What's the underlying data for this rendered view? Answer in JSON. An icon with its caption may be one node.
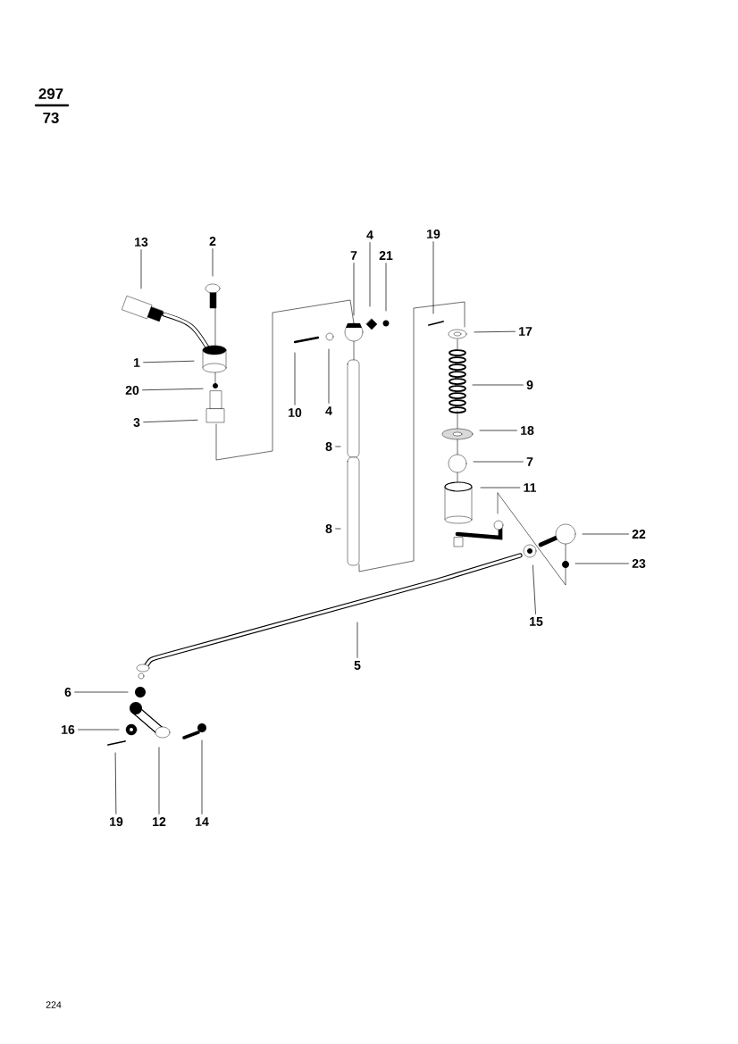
{
  "diagram": {
    "nodes": [
      {
        "text": [
          "13"
        ]
      },
      {
        "text": [
          "2"
        ]
      },
      {
        "text": [
          "1"
        ]
      },
      {
        "text": [
          "20"
        ]
      },
      {
        "text": [
          "3"
        ]
      },
      {
        "text": [
          "7"
        ]
      },
      {
        "text": [
          "4"
        ]
      },
      {
        "text": [
          "21"
        ]
      },
      {
        "text": [
          "10"
        ]
      },
      {
        "text": [
          "4"
        ]
      },
      {
        "text": [
          "8"
        ]
      },
      {
        "text": [
          "8"
        ]
      },
      {
        "text": [
          "19"
        ]
      },
      {
        "text": [
          "17"
        ]
      },
      {
        "text": [
          "9"
        ]
      },
      {
        "text": [
          "18"
        ]
      },
      {
        "text": [
          "7"
        ]
      },
      {
        "text": [
          "11"
        ]
      },
      {
        "text": [
          "22"
        ]
      },
      {
        "text": [
          "23"
        ]
      },
      {
        "text": [
          "15"
        ]
      },
      {
        "text": [
          "5"
        ]
      },
      {
        "text": [
          "6"
        ]
      },
      {
        "text": [
          "16"
        ]
      },
      {
        "text": [
          "19"
        ]
      },
      {
        "text": [
          "12"
        ]
      },
      {
        "text": [
          "14"
        ]
      }
    ],
    "edges": [
      {
        "from": 0,
        "to": null,
        "arrow": "none"
      },
      {
        "from": 1,
        "to": null,
        "arrow": "none"
      },
      {
        "from": 2,
        "to": null,
        "arrow": "none"
      },
      {
        "from": 3,
        "to": null,
        "arrow": "none"
      },
      {
        "from": 4,
        "to": null,
        "arrow": "none"
      },
      {
        "from": 5,
        "to": null,
        "arrow": "none"
      },
      {
        "from": 6,
        "to": null,
        "arrow": "none"
      },
      {
        "from": 7,
        "to": null,
        "arrow": "none"
      },
      {
        "from": 8,
        "to": null,
        "arrow": "none"
      },
      {
        "from": 9,
        "to": null,
        "arrow": "none"
      },
      {
        "from": 10,
        "to": null,
        "arrow": "none"
      },
      {
        "from": 11,
        "to": null,
        "arrow": "none"
      },
      {
        "from": 12,
        "to": null,
        "arrow": "none"
      },
      {
        "from": 13,
        "to": null,
        "arrow": "none"
      },
      {
        "from": 14,
        "to": null,
        "arrow": "none"
      },
      {
        "from": 15,
        "to": null,
        "arrow": "none"
      },
      {
        "from": 16,
        "to": null,
        "arrow": "none"
      },
      {
        "from": 17,
        "to": null,
        "arrow": "none"
      },
      {
        "from": 18,
        "to": null,
        "arrow": "none"
      },
      {
        "from": 19,
        "to": null,
        "arrow": "none"
      },
      {
        "from": 20,
        "to": null,
        "arrow": "none"
      },
      {
        "from": 21,
        "to": null,
        "arrow": "none"
      },
      {
        "from": 22,
        "to": null,
        "arrow": "none"
      },
      {
        "from": 23,
        "to": null,
        "arrow": "none"
      },
      {
        "from": 24,
        "to": null,
        "arrow": "none"
      },
      {
        "from": 25,
        "to": null,
        "arrow": "none"
      },
      {
        "from": 26,
        "to": null,
        "arrow": "none"
      }
    ],
    "labels": [
      "297",
      "73",
      "224"
    ]
  }
}
